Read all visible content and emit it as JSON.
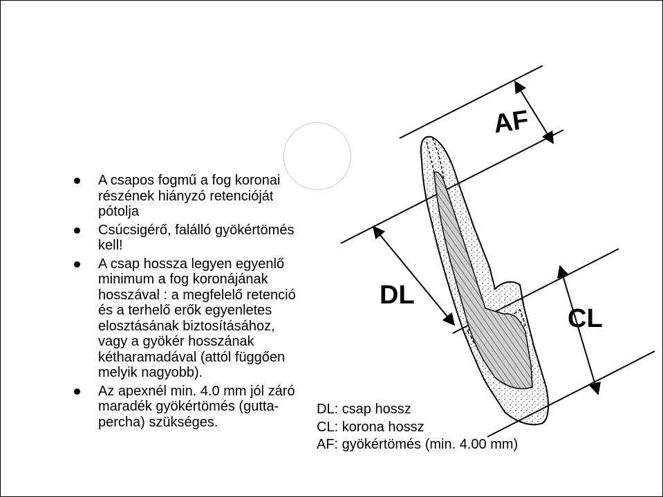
{
  "bullets": [
    "A csapos fogmű a fog koronai részének hiányzó retencióját pótolja",
    "Csúcsigérő, falálló gyökértömés kell!",
    "A csap hossza legyen egyenlő minimum a fog koronájának hosszával : a megfelelő retenció és a terhelő erők egyenletes elosztásának biztosításához, vagy a gyökér hosszának kétharamadával (attól függően melyik nagyobb).",
    "Az apexnél min. 4.0 mm jól záró maradék gyökértömés (gutta-percha) szükséges."
  ],
  "diagram": {
    "labels": {
      "af": "AF",
      "dl": "DL",
      "cl": "CL"
    }
  },
  "legend": [
    "DL: csap hossz",
    "CL: korona hossz",
    "AF: gyökértömés (min. 4.00 mm)"
  ]
}
